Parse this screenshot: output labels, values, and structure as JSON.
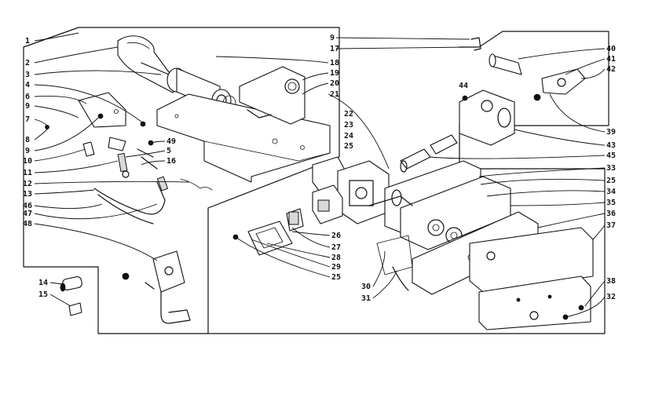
{
  "diagram": {
    "part_numbers": [
      "1",
      "2",
      "3",
      "4",
      "5",
      "6",
      "7",
      "8",
      "9",
      "10",
      "11",
      "12",
      "13",
      "14",
      "15",
      "16",
      "17",
      "18",
      "19",
      "20",
      "21",
      "22",
      "23",
      "24",
      "25",
      "26",
      "27",
      "28",
      "29",
      "30",
      "31",
      "32",
      "33",
      "34",
      "35",
      "36",
      "37",
      "38",
      "39",
      "40",
      "41",
      "42",
      "43",
      "44",
      "45",
      "46",
      "47",
      "48",
      "49"
    ]
  },
  "labels": [
    {
      "id": "l1",
      "text": "1"
    },
    {
      "id": "l2",
      "text": "2"
    },
    {
      "id": "l3",
      "text": "3"
    },
    {
      "id": "l4",
      "text": "4"
    },
    {
      "id": "l6",
      "text": "6"
    },
    {
      "id": "l9a",
      "text": "9"
    },
    {
      "id": "l7",
      "text": "7"
    },
    {
      "id": "l8",
      "text": "8"
    },
    {
      "id": "l9b",
      "text": "9"
    },
    {
      "id": "l10",
      "text": "10"
    },
    {
      "id": "l11",
      "text": "11"
    },
    {
      "id": "l12",
      "text": "12"
    },
    {
      "id": "l13",
      "text": "13"
    },
    {
      "id": "l46",
      "text": "46"
    },
    {
      "id": "l47",
      "text": "47"
    },
    {
      "id": "l48",
      "text": "48"
    },
    {
      "id": "l14",
      "text": "14"
    },
    {
      "id": "l15",
      "text": "15"
    },
    {
      "id": "l49",
      "text": "49"
    },
    {
      "id": "l5",
      "text": "5"
    },
    {
      "id": "l16",
      "text": "16"
    },
    {
      "id": "l18",
      "text": "18"
    },
    {
      "id": "l19",
      "text": "19"
    },
    {
      "id": "l20",
      "text": "20"
    },
    {
      "id": "l21",
      "text": "21"
    },
    {
      "id": "l22",
      "text": "22"
    },
    {
      "id": "l23",
      "text": "23"
    },
    {
      "id": "l24",
      "text": "24"
    },
    {
      "id": "l25a",
      "text": "25"
    },
    {
      "id": "l9c",
      "text": "9"
    },
    {
      "id": "l17",
      "text": "17"
    },
    {
      "id": "l40",
      "text": "40"
    },
    {
      "id": "l41",
      "text": "41"
    },
    {
      "id": "l42",
      "text": "42"
    },
    {
      "id": "l44",
      "text": "44"
    },
    {
      "id": "l39",
      "text": "39"
    },
    {
      "id": "l43",
      "text": "43"
    },
    {
      "id": "l45",
      "text": "45"
    },
    {
      "id": "l33",
      "text": "33"
    },
    {
      "id": "l25b",
      "text": "25"
    },
    {
      "id": "l34",
      "text": "34"
    },
    {
      "id": "l35",
      "text": "35"
    },
    {
      "id": "l36",
      "text": "36"
    },
    {
      "id": "l37",
      "text": "37"
    },
    {
      "id": "l26",
      "text": "26"
    },
    {
      "id": "l27",
      "text": "27"
    },
    {
      "id": "l28",
      "text": "28"
    },
    {
      "id": "l29",
      "text": "29"
    },
    {
      "id": "l25c",
      "text": "25"
    },
    {
      "id": "l30",
      "text": "30"
    },
    {
      "id": "l31",
      "text": "31"
    },
    {
      "id": "l38",
      "text": "38"
    },
    {
      "id": "l32",
      "text": "32"
    }
  ]
}
